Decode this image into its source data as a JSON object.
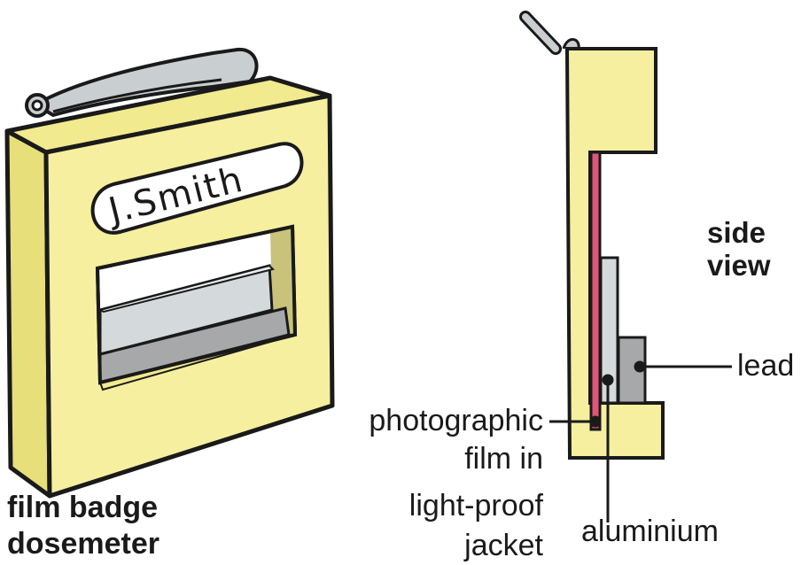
{
  "colors": {
    "badge_yellow": "#f6ef9f",
    "badge_shade": "#e6df7a",
    "window_side": "#c8c27a",
    "film_pink": "#e0557a",
    "aluminium": "#d4dadc",
    "lead": "#a6a8aa",
    "pin": "#c9ced1",
    "outline": "#1a1a1a"
  },
  "badge": {
    "name_tag": "J.Smith",
    "caption_line1": "film badge",
    "caption_line2": "dosemeter"
  },
  "side_view": {
    "title_line1": "side",
    "title_line2": "view",
    "labels": {
      "lead": "lead",
      "aluminium": "aluminium",
      "film_line1": "photographic",
      "film_line2": "film in",
      "film_line3": "light-proof",
      "film_line4": "jacket"
    }
  }
}
